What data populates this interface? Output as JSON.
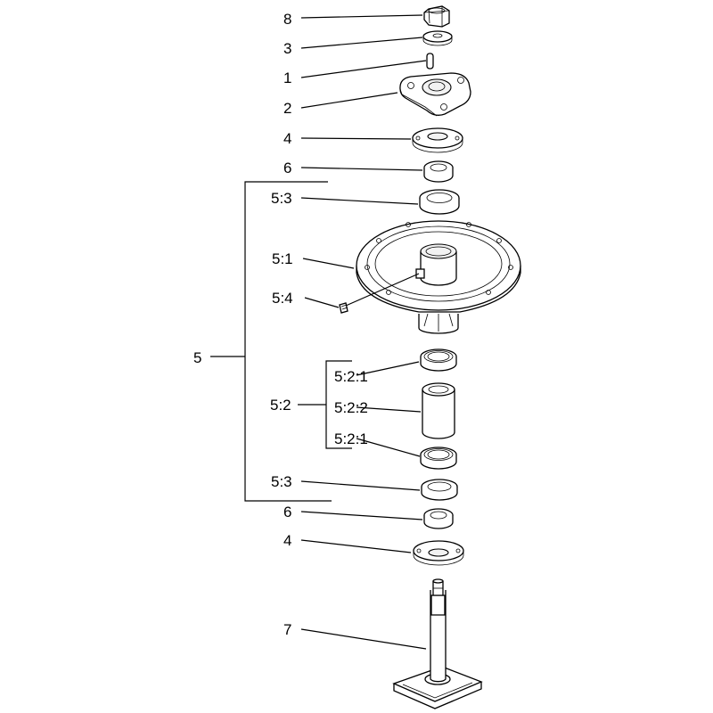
{
  "callouts": [
    {
      "id": "c8",
      "text": "8"
    },
    {
      "id": "c3",
      "text": "3"
    },
    {
      "id": "c1",
      "text": "1"
    },
    {
      "id": "c2",
      "text": "2"
    },
    {
      "id": "c4a",
      "text": "4"
    },
    {
      "id": "c6a",
      "text": "6"
    },
    {
      "id": "c53a",
      "text": "5:3"
    },
    {
      "id": "c51",
      "text": "5:1"
    },
    {
      "id": "c54",
      "text": "5:4"
    },
    {
      "id": "c5",
      "text": "5"
    },
    {
      "id": "c521a",
      "text": "5:2:1"
    },
    {
      "id": "c52",
      "text": "5:2"
    },
    {
      "id": "c522",
      "text": "5:2:2"
    },
    {
      "id": "c521b",
      "text": "5:2:1"
    },
    {
      "id": "c53b",
      "text": "5:3"
    },
    {
      "id": "c6b",
      "text": "6"
    },
    {
      "id": "c4b",
      "text": "4"
    },
    {
      "id": "c7",
      "text": "7"
    }
  ]
}
